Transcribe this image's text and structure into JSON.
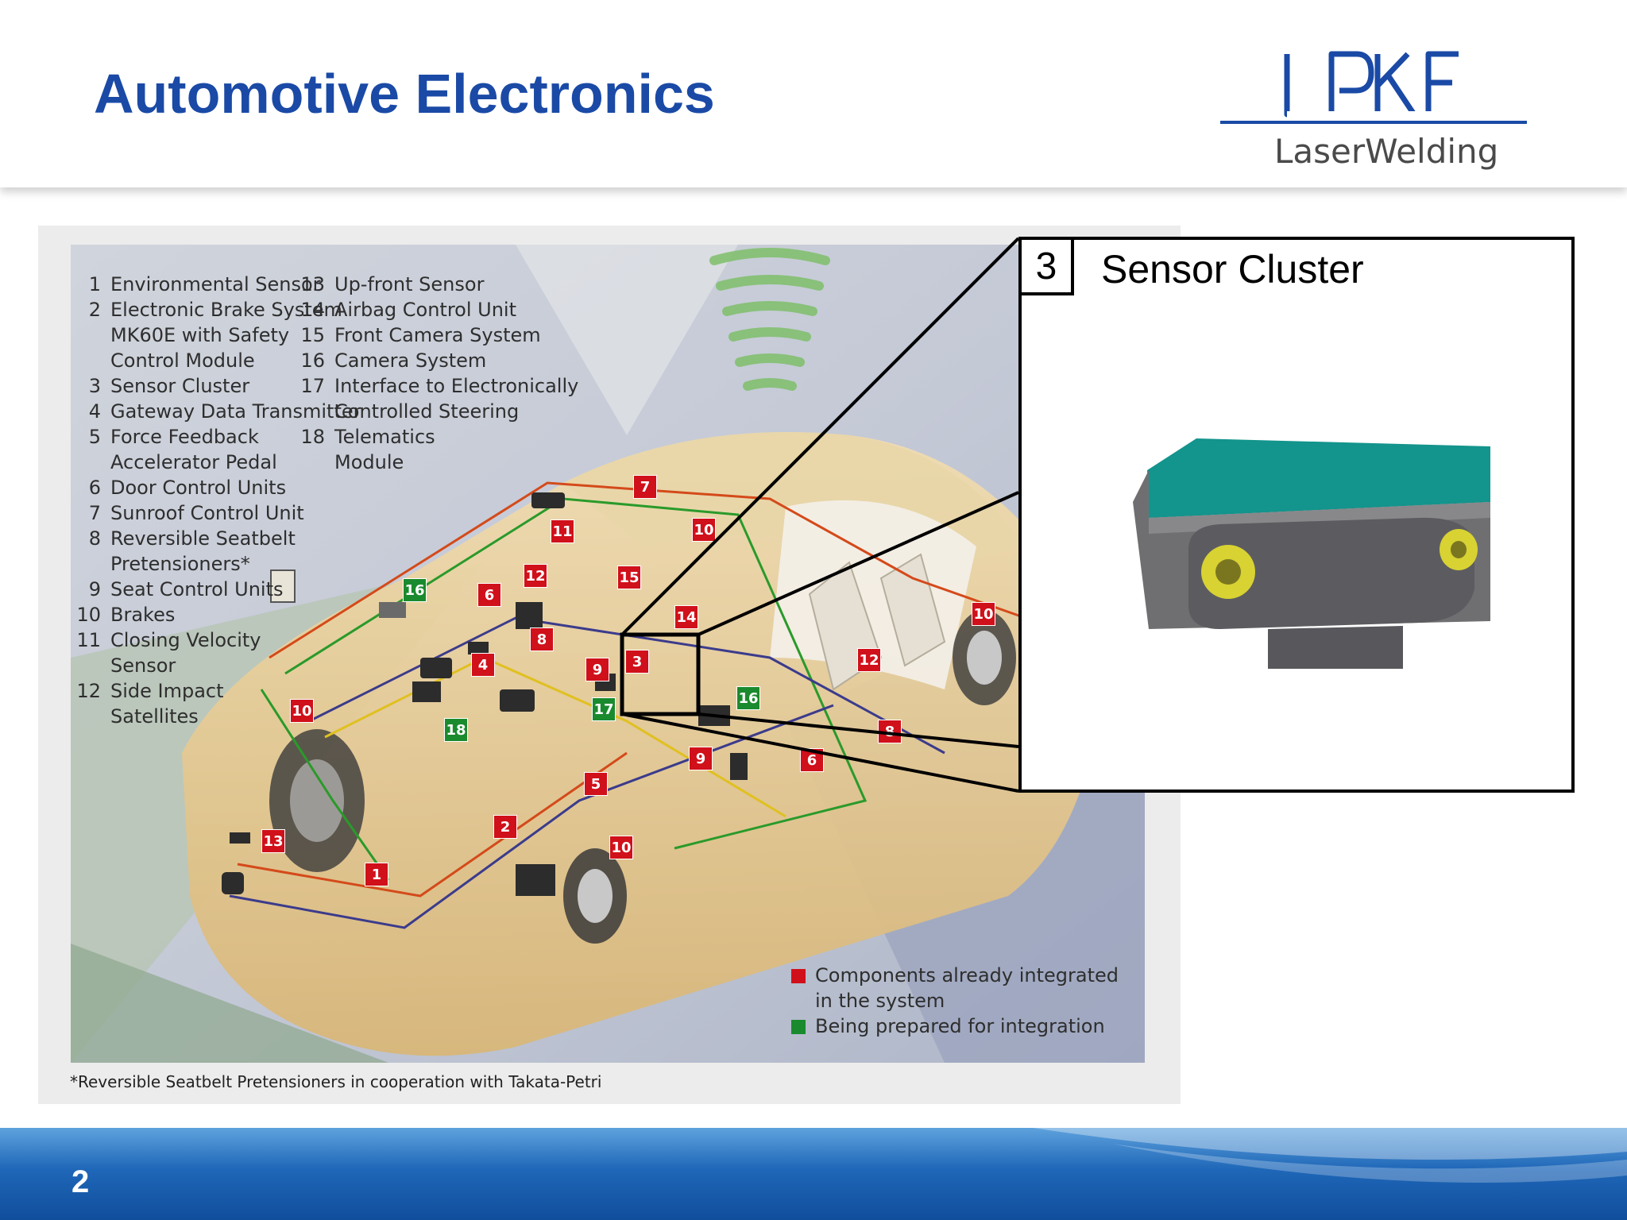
{
  "slide": {
    "title": "Automotive Electronics",
    "page_number": "2"
  },
  "logo": {
    "text": "LPKF",
    "subtitle": "LaserWelding"
  },
  "legend_left": [
    {
      "num": "1",
      "lines": [
        "Environmental Sensor"
      ]
    },
    {
      "num": "2",
      "lines": [
        "Electronic Brake System",
        "MK60E with Safety",
        "Control Module"
      ]
    },
    {
      "num": "3",
      "lines": [
        "Sensor Cluster"
      ]
    },
    {
      "num": "4",
      "lines": [
        "Gateway Data Transmitter"
      ]
    },
    {
      "num": "5",
      "lines": [
        "Force Feedback",
        "Accelerator Pedal"
      ]
    },
    {
      "num": "6",
      "lines": [
        "Door Control Units"
      ]
    },
    {
      "num": "7",
      "lines": [
        "Sunroof Control Unit"
      ]
    },
    {
      "num": "8",
      "lines": [
        "Reversible Seatbelt",
        "Pretensioners*"
      ]
    },
    {
      "num": "9",
      "lines": [
        "Seat Control Units"
      ]
    },
    {
      "num": "10",
      "lines": [
        "Brakes"
      ]
    },
    {
      "num": "11",
      "lines": [
        "Closing Velocity",
        "Sensor"
      ]
    },
    {
      "num": "12",
      "lines": [
        "Side Impact",
        "Satellites"
      ]
    }
  ],
  "legend_right": [
    {
      "num": "13",
      "lines": [
        "Up-front Sensor"
      ]
    },
    {
      "num": "14",
      "lines": [
        "Airbag Control Unit"
      ]
    },
    {
      "num": "15",
      "lines": [
        "Front Camera System"
      ]
    },
    {
      "num": "16",
      "lines": [
        "Camera System"
      ]
    },
    {
      "num": "17",
      "lines": [
        "Interface to Electronically",
        "Controlled Steering"
      ]
    },
    {
      "num": "18",
      "lines": [
        "Telematics",
        "Module"
      ]
    }
  ],
  "markers": [
    {
      "label": "7",
      "color": "red"
    },
    {
      "label": "11",
      "color": "red"
    },
    {
      "label": "10",
      "color": "red"
    },
    {
      "label": "12",
      "color": "red"
    },
    {
      "label": "15",
      "color": "red"
    },
    {
      "label": "16",
      "color": "green"
    },
    {
      "label": "6",
      "color": "red"
    },
    {
      "label": "8",
      "color": "red"
    },
    {
      "label": "14",
      "color": "red"
    },
    {
      "label": "4",
      "color": "red"
    },
    {
      "label": "9",
      "color": "red"
    },
    {
      "label": "3",
      "color": "red"
    },
    {
      "label": "10",
      "color": "red"
    },
    {
      "label": "18",
      "color": "green"
    },
    {
      "label": "17",
      "color": "green"
    },
    {
      "label": "16",
      "color": "green"
    },
    {
      "label": "12",
      "color": "red"
    },
    {
      "label": "10",
      "color": "red"
    },
    {
      "label": "9",
      "color": "red"
    },
    {
      "label": "6",
      "color": "red"
    },
    {
      "label": "8",
      "color": "red"
    },
    {
      "label": "5",
      "color": "red"
    },
    {
      "label": "2",
      "color": "red"
    },
    {
      "label": "13",
      "color": "red"
    },
    {
      "label": "10",
      "color": "red"
    },
    {
      "label": "1",
      "color": "red"
    }
  ],
  "key": {
    "integrated_line1": "Components already integrated",
    "integrated_line2": "in the system",
    "prepared": "Being prepared for integration",
    "integrated_color": "#d0101a",
    "prepared_color": "#1a8a2e"
  },
  "footnote": "*Reversible Seatbelt Pretensioners in cooperation with Takata-Petri",
  "zoom": {
    "number": "3",
    "title": "Sensor Cluster"
  },
  "colors": {
    "title_blue": "#1a4aa6",
    "footer_blue": "#1f67b8",
    "sensor_teal": "#13948c"
  }
}
